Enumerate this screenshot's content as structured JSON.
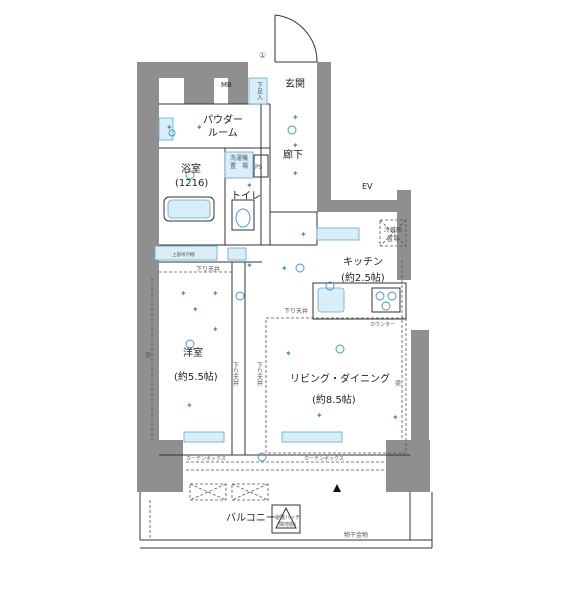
{
  "rooms": {
    "entrance": "玄関",
    "powder_1": "パウダー",
    "powder_2": "ルーム",
    "hall": "廊下",
    "bath_1": "浴室",
    "bath_2": "(1216)",
    "toilet": "トイレ",
    "kitchen_1": "キッチン",
    "kitchen_2": "(約2.5帖)",
    "western_1": "洋室",
    "western_2": "(約5.5帖)",
    "living_1": "リビング・ダイニング",
    "living_2": "(約8.5帖)",
    "balcony": "バルコニー"
  },
  "labels": {
    "mb": "MB",
    "ev": "EV",
    "ps": "PS",
    "shoebox": "下足入",
    "washer_1": "洗濯機",
    "washer_2": "置　場",
    "shelf_upper": "上部吊戸棚",
    "fridge_1": "冷蔵庫",
    "fridge_2": "置場",
    "curtain_box_1": "カーテンボックス",
    "curtain_box_2": "カーテンボックス",
    "ceiling_drop_1": "下り天井",
    "ceiling_drop_2": "下り天井",
    "ceiling_drop_3": "下り天井",
    "ceiling_drop_4": "下り天井",
    "beam_1": "梁",
    "beam_2": "梁",
    "evac_hatch_1": "避難ハッチ",
    "evac_hatch_2": "(隣地側)",
    "clothes_rail": "物干金物",
    "counter": "カウンター",
    "mark_1": "①"
  },
  "colors": {
    "wall": "#8f8f8f",
    "fixture_fill": "#d8eef8",
    "fixture_stroke": "#5fa9cf",
    "line": "#333333"
  }
}
